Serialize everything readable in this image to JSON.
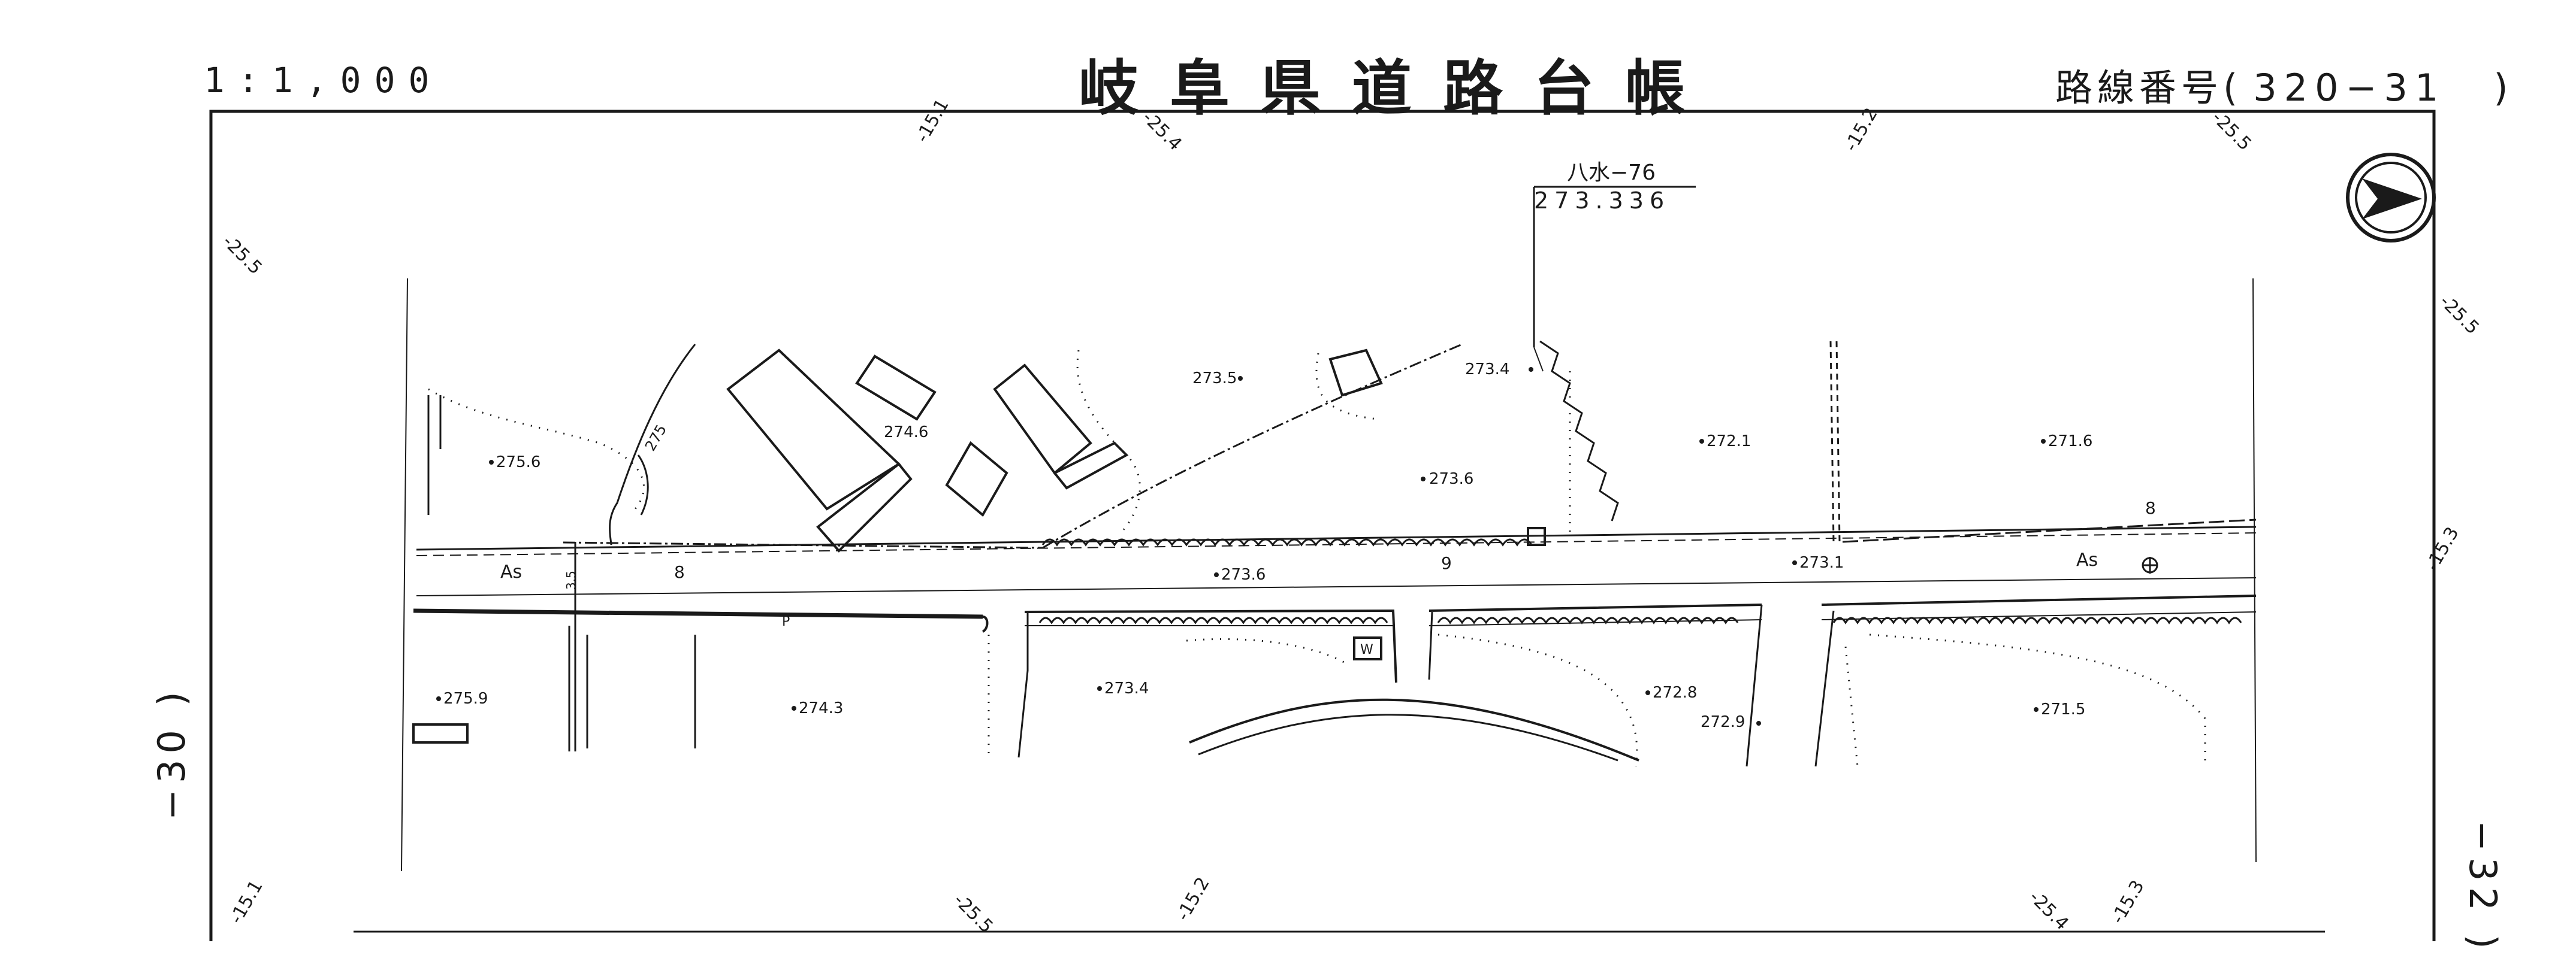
{
  "header": {
    "scale": "1:1,000",
    "title": "岐阜県道路台帳",
    "route_label": "路線番号(",
    "route_number": "320−31",
    "route_close": ")"
  },
  "sheet_refs": {
    "left": "−30 )",
    "right": "−32 )"
  },
  "benchmark": {
    "name": "八水−76",
    "elevation": "273.336"
  },
  "grid_labels": [
    "-15.1",
    "-25.4",
    "-15.2",
    "-25.5",
    "-25.5",
    "-25.5",
    "-15.3",
    "-15.1",
    "-25.5",
    "-15.2",
    "-25.4",
    "-15.3"
  ],
  "spot_heights": [
    "275.6",
    "274.6",
    "273.5",
    "273.4",
    "273.6",
    "272.1",
    "271.6",
    "273.6",
    "273.1",
    "275.9",
    "274.3",
    "273.4",
    "272.8",
    "272.9",
    "271.5"
  ],
  "road_labels": {
    "as_left": "As",
    "as_right": "As",
    "width_left": "8",
    "width_mid": "9",
    "width_right": "8",
    "sidewalk": "3.5",
    "p_mark": "P",
    "w_mark": "W",
    "contour": "275"
  },
  "icons": {
    "north_arrow": "north-arrow-icon"
  },
  "colors": {
    "ink": "#1a1a1a",
    "paper": "#ffffff"
  }
}
